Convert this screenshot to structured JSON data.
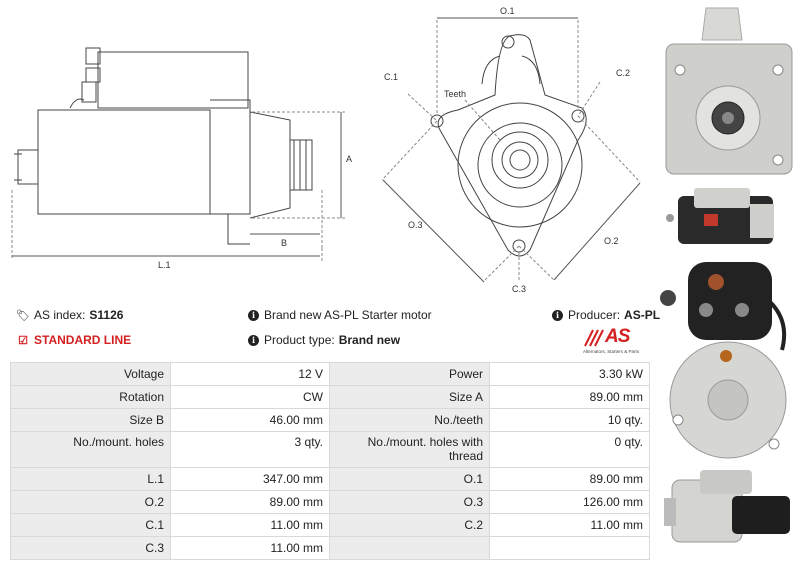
{
  "diagram": {
    "labels": {
      "o1": "O.1",
      "c1": "C.1",
      "c2": "C.2",
      "teeth": "Teeth",
      "o3": "O.3",
      "o2": "O.2",
      "c3": "C.3",
      "a": "A",
      "b": "B",
      "l1": "L.1"
    }
  },
  "info": {
    "as_index_label": "AS index:",
    "as_index_value": "S1126",
    "standard_line": "STANDARD LINE",
    "description": "Brand new AS-PL Starter motor",
    "product_type_label": "Product type:",
    "product_type_value": "Brand new",
    "producer_label": "Producer:",
    "producer_value": "AS-PL"
  },
  "logo": {
    "mark": "AS",
    "tagline": "Alternators, Starters & Parts"
  },
  "specs": {
    "rows": [
      {
        "l1": "Voltage",
        "v1": "12 V",
        "l2": "Power",
        "v2": "3.30 kW"
      },
      {
        "l1": "Rotation",
        "v1": "CW",
        "l2": "Size A",
        "v2": "89.00 mm"
      },
      {
        "l1": "Size B",
        "v1": "46.00 mm",
        "l2": "No./teeth",
        "v2": "10 qty."
      },
      {
        "l1": "No./mount. holes",
        "v1": "3 qty.",
        "l2": "No./mount. holes with thread",
        "v2": "0 qty."
      },
      {
        "l1": "L.1",
        "v1": "347.00 mm",
        "l2": "O.1",
        "v2": "89.00 mm"
      },
      {
        "l1": "O.2",
        "v1": "89.00 mm",
        "l2": "O.3",
        "v2": "126.00 mm"
      },
      {
        "l1": "C.1",
        "v1": "11.00 mm",
        "l2": "C.2",
        "v2": "11.00 mm"
      },
      {
        "l1": "C.3",
        "v1": "11.00 mm",
        "l2": "",
        "v2": ""
      }
    ]
  }
}
